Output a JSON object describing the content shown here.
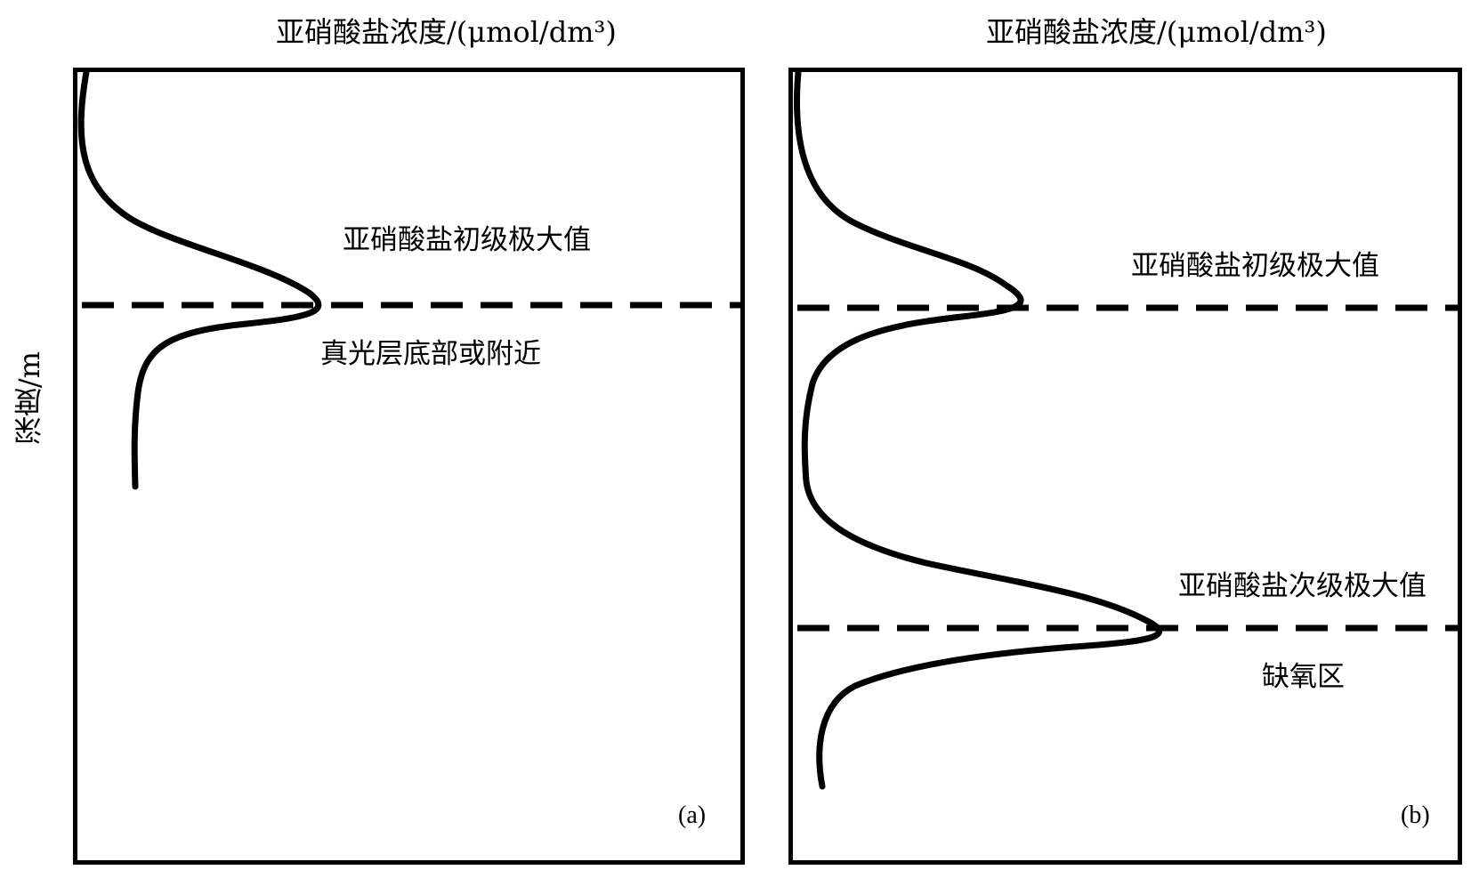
{
  "x_axis_title": "亚硝酸盐浓度/(μmol/dm³)",
  "y_axis_title": "深度/m",
  "panel_a": {
    "label": "(a)",
    "annotation_max": "亚硝酸盐初级极大值",
    "annotation_depth": "真光层底部或附近"
  },
  "panel_b": {
    "label": "(b)",
    "annotation_primary": "亚硝酸盐初级极大值",
    "annotation_secondary": "亚硝酸盐次级极大值",
    "annotation_zone": "缺氧区"
  },
  "colors": {
    "line": "#000000",
    "background": "#ffffff"
  }
}
